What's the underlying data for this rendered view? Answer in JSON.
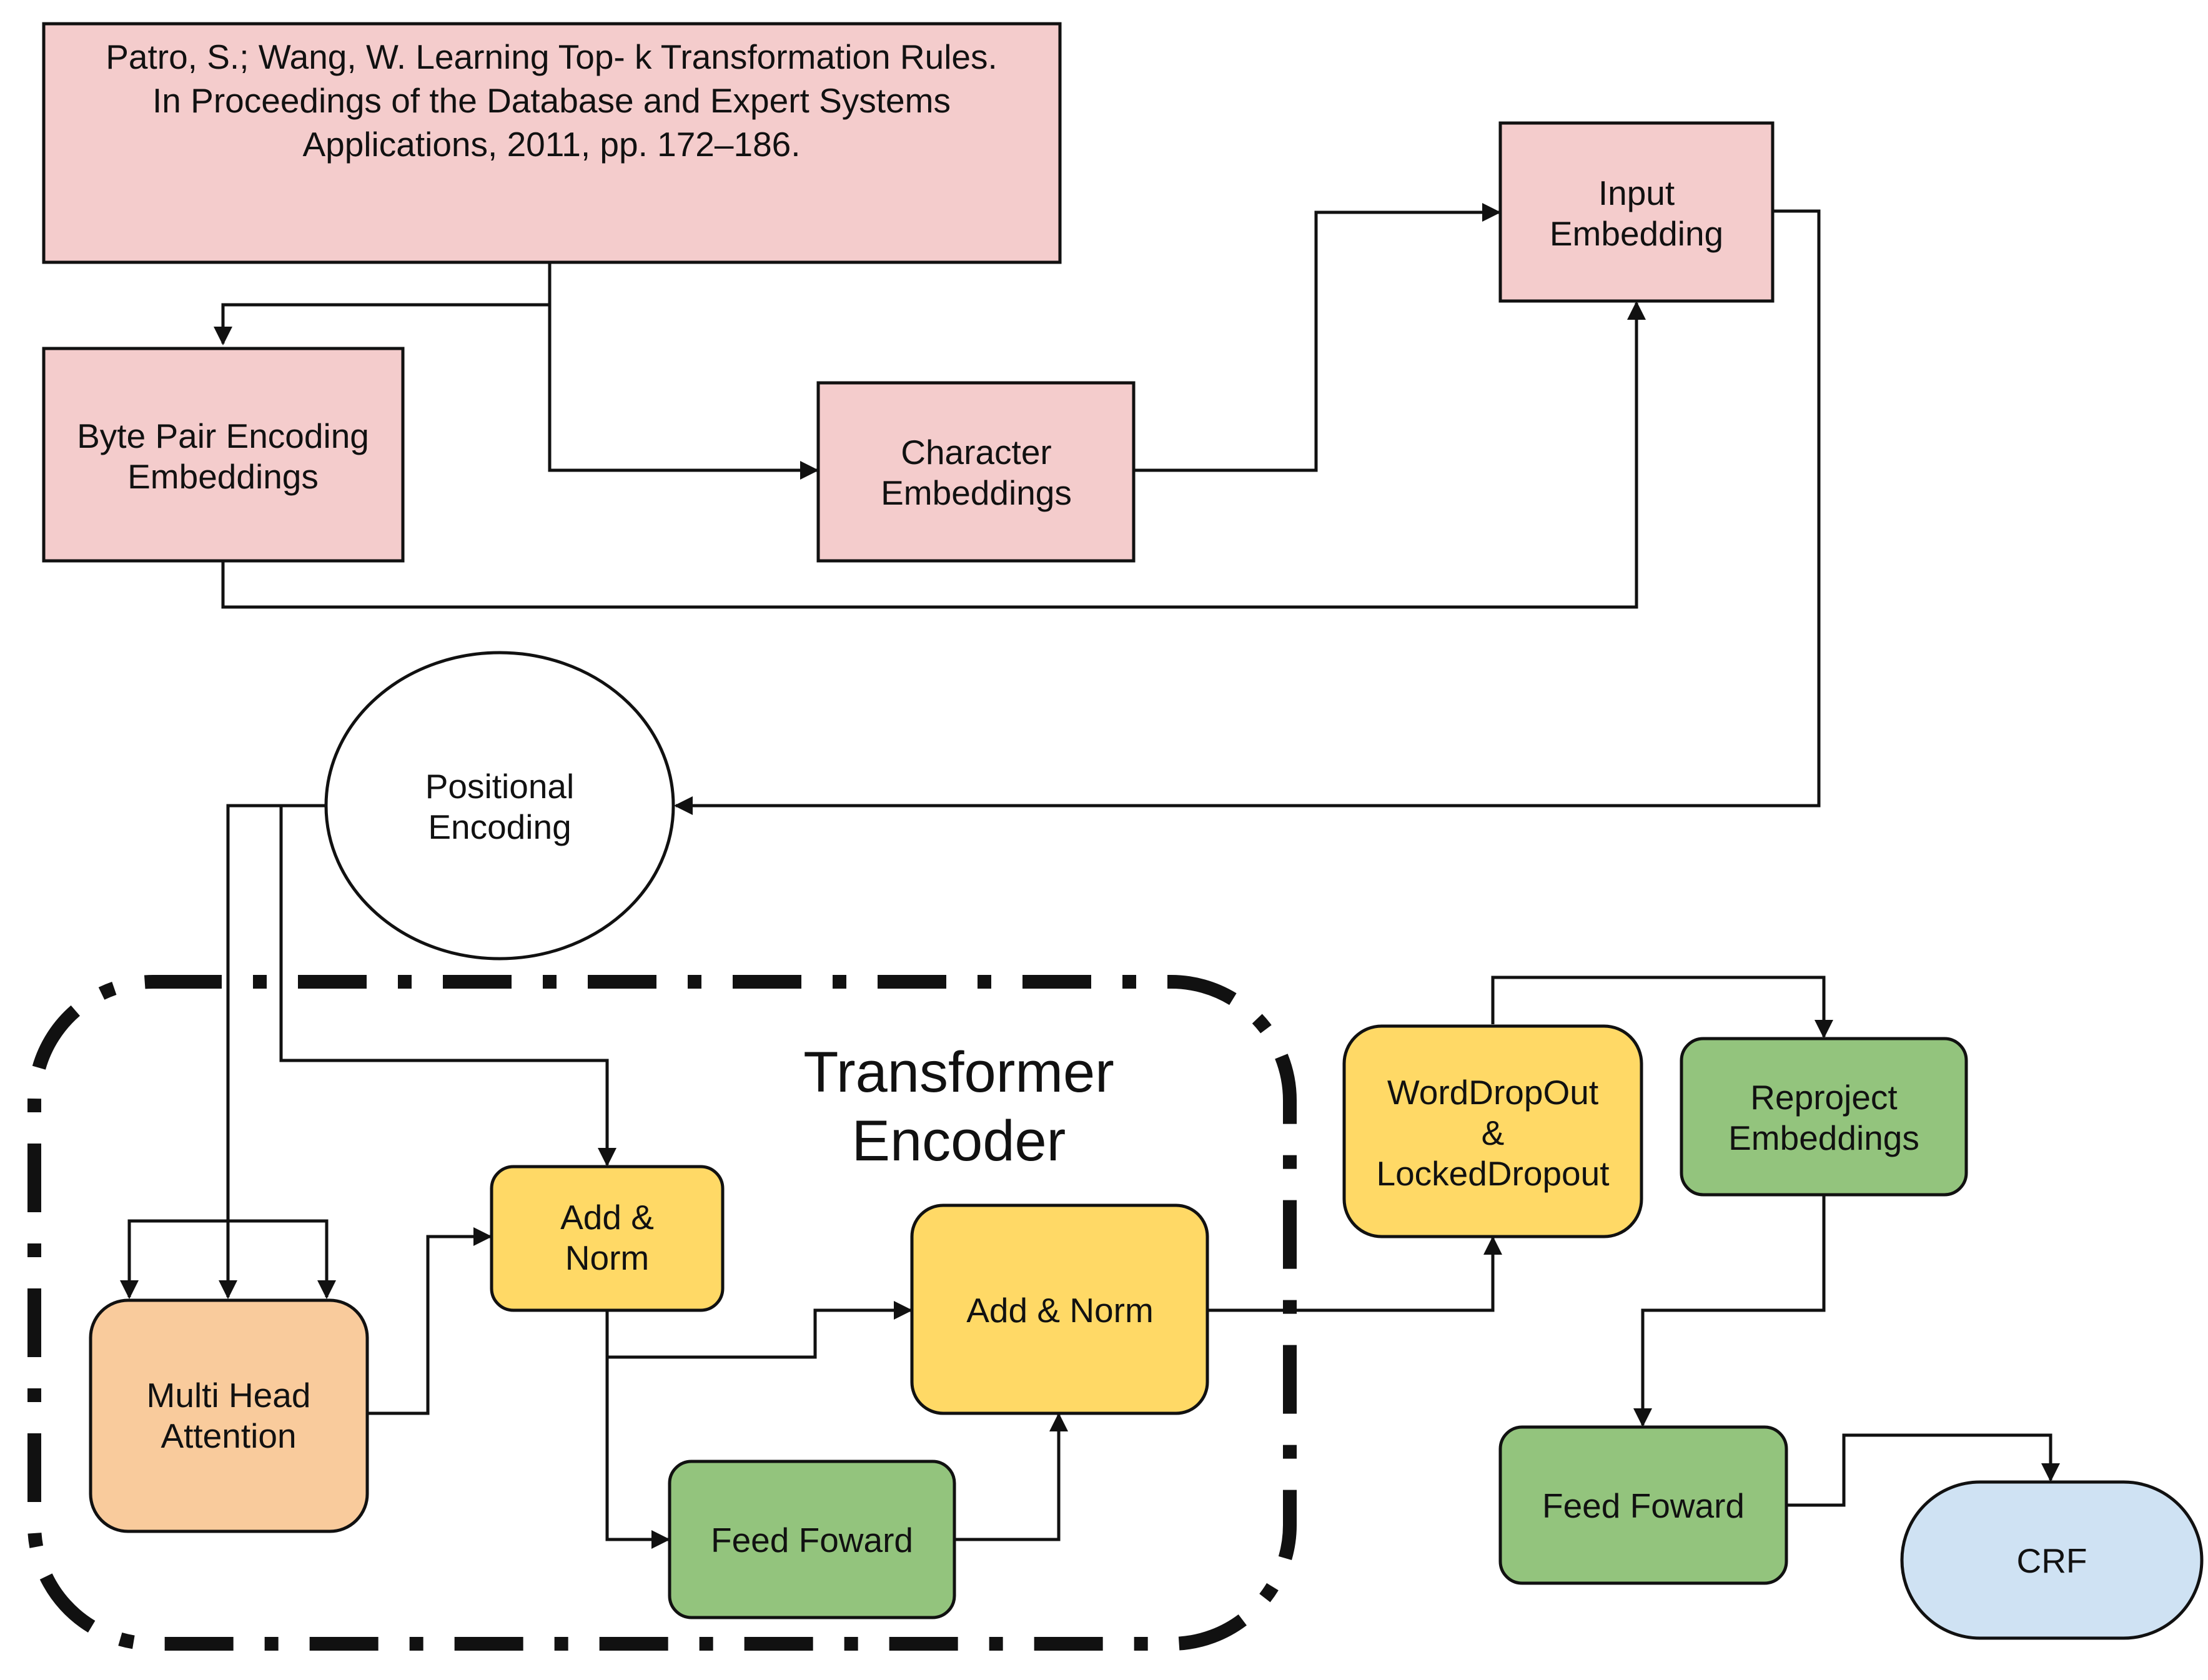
{
  "colors": {
    "pink": "#f4cccc",
    "orange": "#f9cb9c",
    "yellow": "#ffd966",
    "green": "#93c47d",
    "blue": "#cfe2f3",
    "white": "#ffffff",
    "stroke": "#111111"
  },
  "nodes": {
    "citation": {
      "lines": [
        "Patro, S.; Wang, W. Learning Top- k Transformation Rules.",
        "In Proceedings of the Database and Expert Systems",
        "Applications, 2011, pp. 172–186."
      ]
    },
    "bpe": {
      "lines": [
        "Byte Pair Encoding",
        "Embeddings"
      ]
    },
    "char": {
      "lines": [
        "Character",
        "Embeddings"
      ]
    },
    "input": {
      "lines": [
        "Input",
        "Embedding"
      ]
    },
    "pos": {
      "lines": [
        "Positional",
        "Encoding"
      ]
    },
    "mha": {
      "lines": [
        "Multi Head",
        "Attention"
      ]
    },
    "addnorm1": {
      "lines": [
        "Add &",
        "Norm"
      ]
    },
    "addnorm2": {
      "lines": [
        "Add & Norm"
      ]
    },
    "ff1": {
      "lines": [
        "Feed Foward"
      ]
    },
    "wdo": {
      "lines": [
        "WordDropOut",
        "&",
        "LockedDropout"
      ]
    },
    "reproj": {
      "lines": [
        "Reproject",
        "Embeddings"
      ]
    },
    "ff2": {
      "lines": [
        "Feed Foward"
      ]
    },
    "crf": {
      "lines": [
        "CRF"
      ]
    }
  },
  "group": {
    "lines": [
      "Transformer",
      "Encoder"
    ]
  }
}
